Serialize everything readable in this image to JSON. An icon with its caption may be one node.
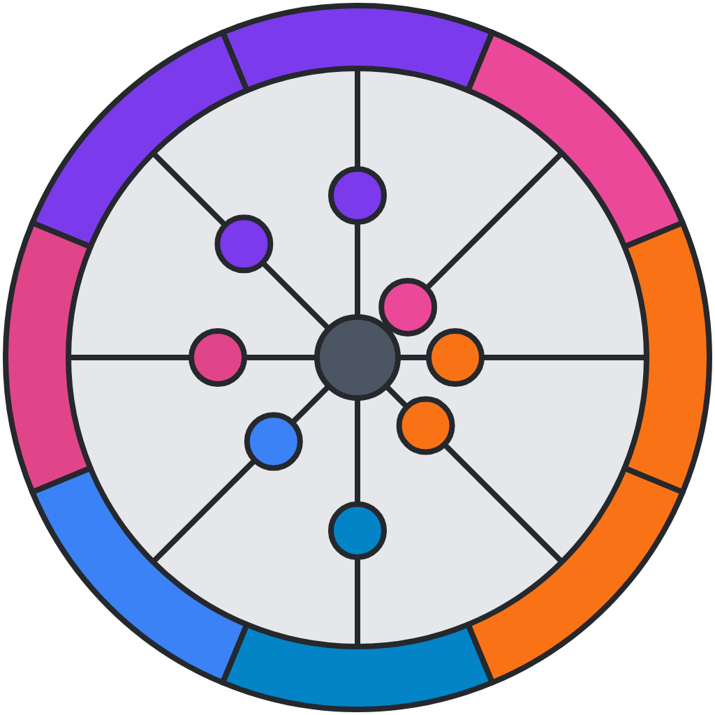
{
  "diagram": {
    "nodes": [
      {
        "text": [],
        "shape": "circle"
      },
      {
        "text": [],
        "shape": "circle"
      },
      {
        "text": [],
        "shape": "circle"
      },
      {
        "text": [],
        "shape": "circle"
      },
      {
        "text": [],
        "shape": "circle"
      },
      {
        "text": [],
        "shape": "circle"
      },
      {
        "text": [],
        "shape": "circle"
      },
      {
        "text": [],
        "shape": "circle"
      },
      {
        "text": [],
        "shape": "circle"
      },
      {
        "text": [],
        "shape": "band"
      },
      {
        "text": [],
        "shape": "band"
      },
      {
        "text": [],
        "shape": "band"
      },
      {
        "text": [],
        "shape": "band"
      },
      {
        "text": [],
        "shape": "band"
      },
      {
        "text": [],
        "shape": "band"
      },
      {
        "text": [],
        "shape": "band"
      },
      {
        "text": [],
        "shape": "band"
      }
    ],
    "edges": [
      {
        "from": 0,
        "to": 1,
        "arrow": "none"
      },
      {
        "from": 1,
        "to": 9,
        "arrow": "none"
      },
      {
        "from": 0,
        "to": 2,
        "arrow": "none"
      },
      {
        "from": 2,
        "to": 10,
        "arrow": "none"
      },
      {
        "from": 3,
        "to": 11,
        "arrow": "none"
      },
      {
        "from": 0,
        "to": 4,
        "arrow": "none"
      },
      {
        "from": 4,
        "to": 12,
        "arrow": "none"
      },
      {
        "from": 0,
        "to": 5,
        "arrow": "none"
      },
      {
        "from": 5,
        "to": 13,
        "arrow": "none"
      },
      {
        "from": 0,
        "to": 6,
        "arrow": "none"
      },
      {
        "from": 6,
        "to": 15,
        "arrow": "none"
      },
      {
        "from": 0,
        "to": 7,
        "arrow": "none"
      },
      {
        "from": 7,
        "to": 14,
        "arrow": "none"
      },
      {
        "from": 0,
        "to": 8,
        "arrow": "none"
      },
      {
        "from": 8,
        "to": 16,
        "arrow": "none"
      }
    ]
  }
}
